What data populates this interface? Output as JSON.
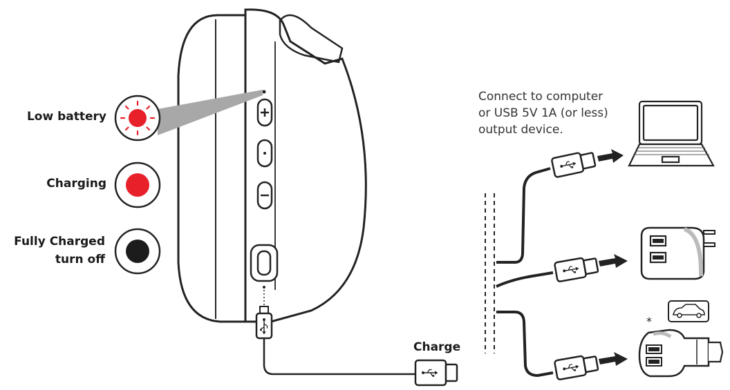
{
  "labels": {
    "low_battery": "Low battery",
    "charging": "Charging",
    "fully_charged_line1": "Fully Charged",
    "fully_charged_line2": "turn off",
    "charge": "Charge",
    "asterisk": "*"
  },
  "note": {
    "line1": "Connect to computer",
    "line2": "or USB 5V 1A (or less)",
    "line3": "output device."
  },
  "colors": {
    "low_battery_led": "#e8202a",
    "charging_led": "#e8202a",
    "fully_charged_led": "#1c1c1c",
    "outline": "#222222"
  },
  "icons": {
    "headphone": "headphone-earcup-icon",
    "laptop": "laptop-icon",
    "wall_adapter": "usb-wall-adapter-icon",
    "car_charger": "usb-car-charger-icon",
    "car": "car-icon",
    "usb_plug": "usb-plug-icon",
    "arrow": "right-arrow-icon"
  }
}
